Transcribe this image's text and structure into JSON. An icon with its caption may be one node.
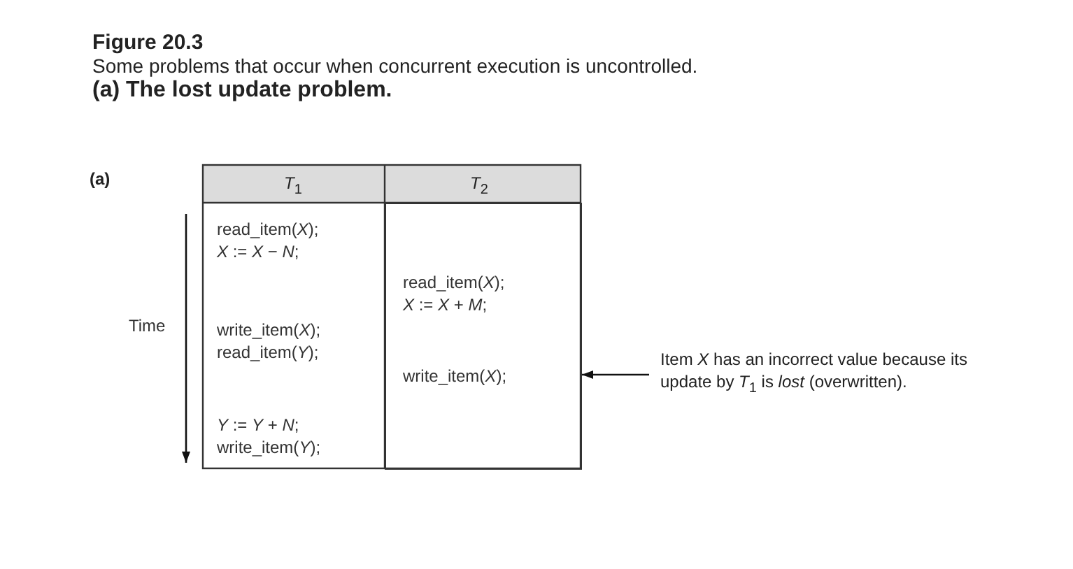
{
  "diagram": {
    "title": "Figure 20.3",
    "caption": "Some problems that occur when concurrent execution is uncontrolled.",
    "nodes": [
      {
        "text": [
          "Item *X* has an incorrect value because its update by *T*$_{1}$ is *lost* (overwritten)."
        ]
      },
      {
        "text": [],
        "shape": "box"
      }
    ],
    "edges": [
      {
        "from": 0,
        "to": 1,
        "arrow": "to"
      }
    ],
    "labels": [
      "(a) The lost update problem.",
      "(a)",
      "*T*$_{1}$",
      "*T*$_{2}$",
      "read_item(*X*);",
      "*X* := *X* − *N*;",
      "read_item(*X*);",
      "*X* := *X* + *M*;",
      "Time",
      "write_item(*X*);",
      "read_item(*Y*);",
      "write_item(*X*);",
      "*Y* := *Y* + *N*;",
      "write_item(*Y*);"
    ]
  }
}
